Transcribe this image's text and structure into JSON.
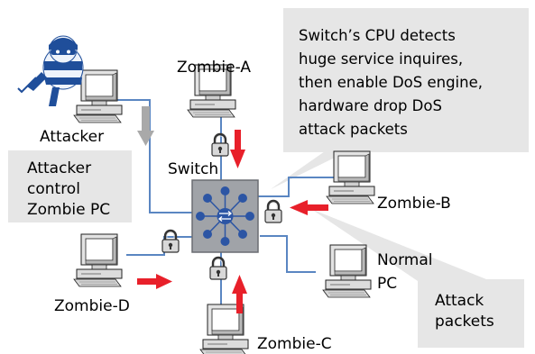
{
  "labels": {
    "attacker": "Attacker",
    "switch": "Switch",
    "zombie_a": "Zombie-A",
    "zombie_b": "Zombie-B",
    "zombie_c": "Zombie-C",
    "zombie_d": "Zombie-D",
    "normal_pc_line1": "Normal",
    "normal_pc_line2": "PC"
  },
  "callouts": {
    "cpu": [
      "Switch’s CPU detects",
      "huge service inquires,",
      "then enable DoS engine,",
      "hardware drop  DoS",
      "attack packets"
    ],
    "control": [
      "Attacker",
      "control",
      "Zombie PC"
    ],
    "attack_packets": [
      "Attack",
      "packets"
    ]
  },
  "colors": {
    "link": "#5a86c2",
    "arrow_red": "#e8202a",
    "arrow_gray": "#a9a9a9",
    "callout_bg": "#e6e6e6",
    "switch_body": "#a0a3a8",
    "switch_port": "#2c55a4",
    "pc_body": "#e3e3e3"
  }
}
